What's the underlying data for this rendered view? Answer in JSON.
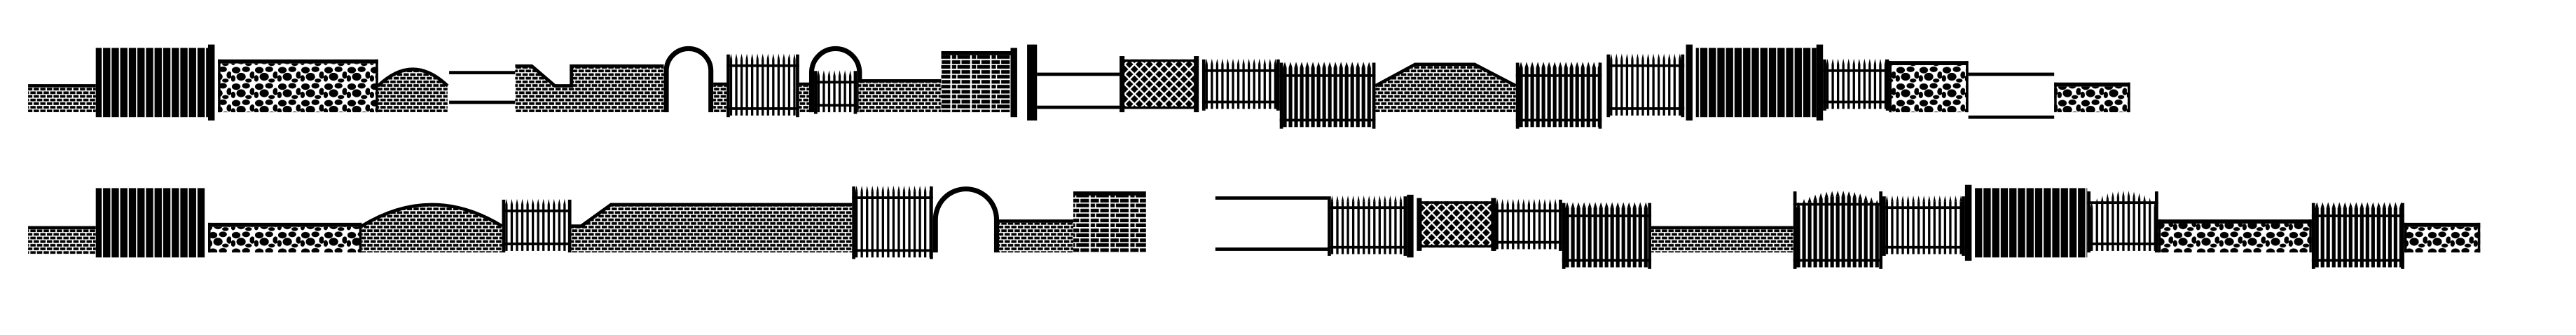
{
  "colors": {
    "ink": "#000000",
    "background": "#ffffff"
  },
  "rows": [
    {
      "name": "specimen-row-1",
      "segments": [
        "brick",
        "planks",
        "stone",
        "brick-hump",
        "rails",
        "brick-notch",
        "arch",
        "picket-gate",
        "arch-gate",
        "brick-low",
        "stone-block",
        "post",
        "rails",
        "lattice",
        "pickets",
        "heavy-pickets",
        "brick-slope",
        "heavy-pickets",
        "pickets",
        "planks",
        "pickets",
        "stone",
        "rails",
        "stone-low"
      ]
    },
    {
      "name": "specimen-row-2",
      "segments": [
        "brick",
        "planks",
        "stone",
        "brick-hump",
        "pickets",
        "brick-slope",
        "ornate-pickets",
        "arch",
        "brick-low",
        "stone-block",
        "rails",
        "pickets",
        "lattice",
        "pickets",
        "heavy-pickets",
        "brick",
        "arched-heavy-pickets",
        "pickets",
        "planks",
        "arched-pickets",
        "stone",
        "heavy-pickets",
        "stone-low"
      ]
    }
  ]
}
